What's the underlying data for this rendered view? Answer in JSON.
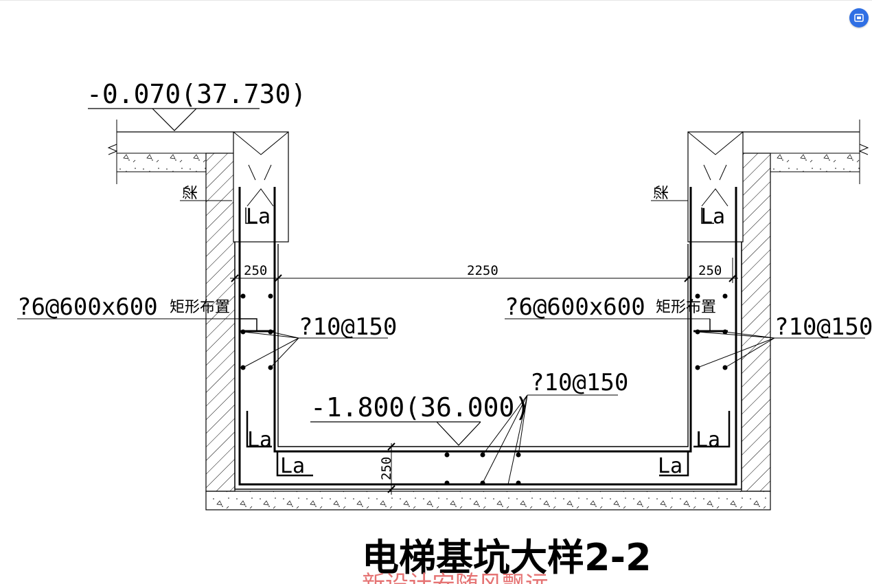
{
  "drawing": {
    "title": "电梯基坑大样2-2",
    "watermark": "新设计安随风飘远",
    "levels": {
      "top": "-0.070(37.730)",
      "bottom": "-1.800(36.000)"
    },
    "beam_label": "梁",
    "anchorage_label": "La",
    "dimensions": {
      "wall_thickness": "250",
      "pit_width": "2250",
      "slab_thickness": "250"
    },
    "rebar": {
      "tie_spec": "?6@600x600",
      "tie_note": "矩形布置",
      "wall_bars": "?10@150",
      "slab_bars": "?10@150"
    }
  },
  "toolbar": {
    "view_button_icon": "image-view-icon",
    "accent_color": "#2f6fe4"
  }
}
